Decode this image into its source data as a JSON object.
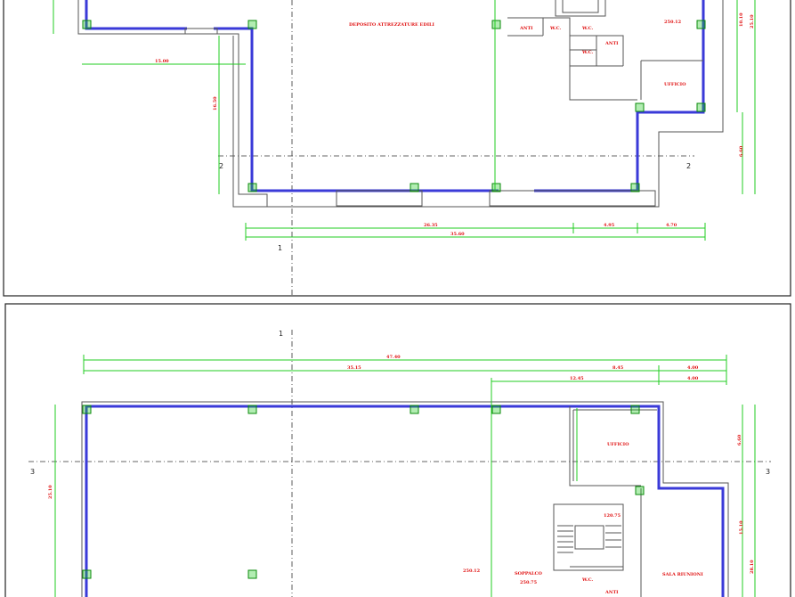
{
  "top_plan": {
    "room_main": "DEPOSITO ATTREZZATURE EDILI",
    "room_area": "250.12",
    "room_office": "UFFICIO",
    "room_wc1": "W.C.",
    "room_wc2": "W.C.",
    "room_wc3": "W.C.",
    "room_anti1": "ANTI",
    "room_anti2": "ANTI",
    "dim_width_left": "15.00",
    "dim_height_left": "16.50",
    "dim_bottom_a": "26.35",
    "dim_bottom_b": "4.95",
    "dim_bottom_c": "4.70",
    "dim_bottom_total": "35.60",
    "dim_right_a": "10.10",
    "dim_right_b": "25.10",
    "dim_right_c": "6.60",
    "axis_1": "1",
    "axis_2_left": "2",
    "axis_2_right": "2"
  },
  "bottom_plan": {
    "dim_total": "47.40",
    "dim_a": "35.15",
    "dim_b": "8.45",
    "dim_c": "4.00",
    "dim_d": "12.45",
    "dim_e": "4.00",
    "dim_left": "25.10",
    "dim_right_a": "6.60",
    "dim_right_b": "15.10",
    "dim_right_c": "28.10",
    "room_office": "UFFICIO",
    "room_soppalco": "SOPPALCO",
    "room_soppalco_area": "250.75",
    "room_area_left": "250.12",
    "room_area_stair": "120.75",
    "room_sala": "SALA RIUNIONI",
    "room_wc": "W.C.",
    "room_anti": "ANTI",
    "axis_1": "1",
    "axis_3_left": "3",
    "axis_3_right": "3"
  }
}
